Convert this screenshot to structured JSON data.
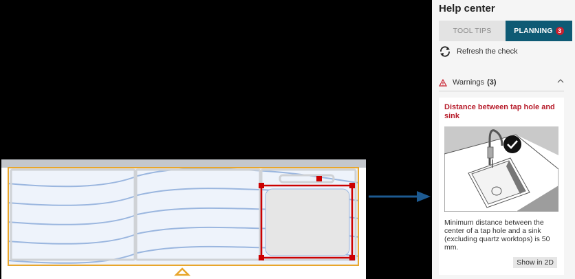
{
  "canvas": {
    "colors": {
      "worktop_outline": "#e8a62c",
      "selection": "#cc0000",
      "grain": "#9ab6df",
      "worktop_fill": "#eef3fb",
      "sink_fill": "#e6e6e6"
    }
  },
  "connector": {
    "color": "#1d5a91"
  },
  "help_center": {
    "title": "Help center",
    "tabs": [
      {
        "label": "TOOL TIPS",
        "active": false
      },
      {
        "label": "PLANNING",
        "active": true,
        "badge": "3"
      }
    ],
    "refresh_label": "Refresh the check",
    "warnings": {
      "label": "Warnings",
      "count": "(3)",
      "expanded": true
    },
    "card": {
      "title": "Distance between tap hole and sink",
      "description": "Minimum distance between the center of a tap hole and a sink (excluding quartz worktops) is 50 mm.",
      "show_2d_label": "Show in 2D",
      "status_icon": "check-circle-icon",
      "play_icon": "play-icon"
    },
    "colors": {
      "active_tab": "#0e5a74",
      "badge": "#c8202f",
      "card_title": "#b71c2b"
    }
  }
}
